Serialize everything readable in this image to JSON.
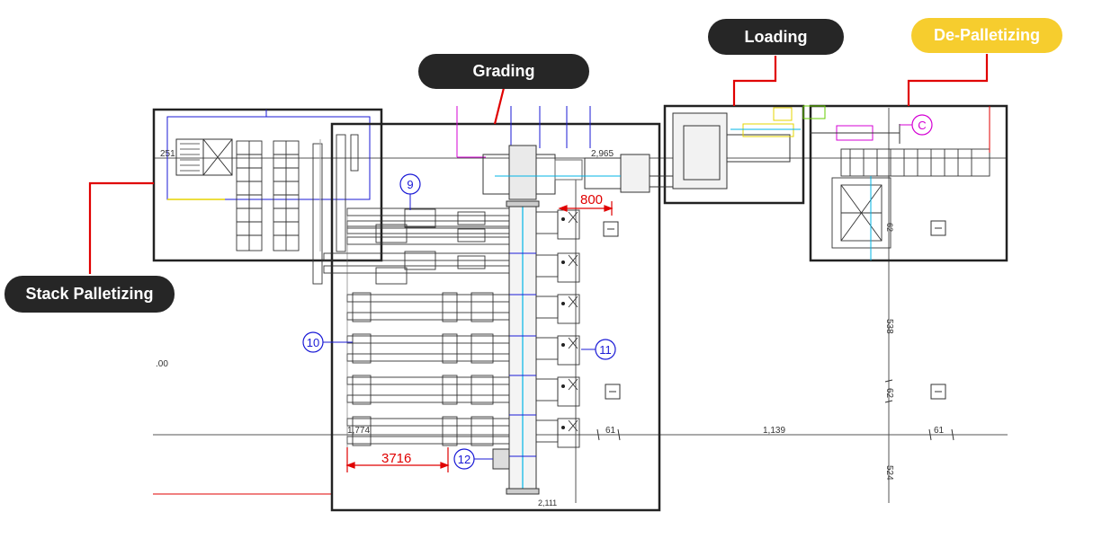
{
  "labels": {
    "stack_palletizing": "Stack Palletizing",
    "grading": "Grading",
    "loading": "Loading",
    "de_palletizing": "De-Palletizing"
  },
  "callouts": {
    "c9": "9",
    "c10": "10",
    "c11": "11",
    "c12": "12",
    "cC": "C"
  },
  "dimensions": {
    "d800": "800",
    "d3716": "3716",
    "d2965": "2,965",
    "d251": "251",
    "d1774": "1,774",
    "d1139": "1,139",
    "d61a": "61",
    "d61b": "61",
    "d538": "538",
    "d62a": "62",
    "d62b": "62",
    "d524": "524",
    "d00": ".00",
    "dbottom": "2,111"
  },
  "colors": {
    "highlight_red": "#e00000",
    "cad_blue": "#1a1ad6",
    "cad_magenta": "#d400d4",
    "cad_cyan": "#00b4e6",
    "pill_dark": "#262626",
    "pill_yellow": "#f6cd2e"
  }
}
